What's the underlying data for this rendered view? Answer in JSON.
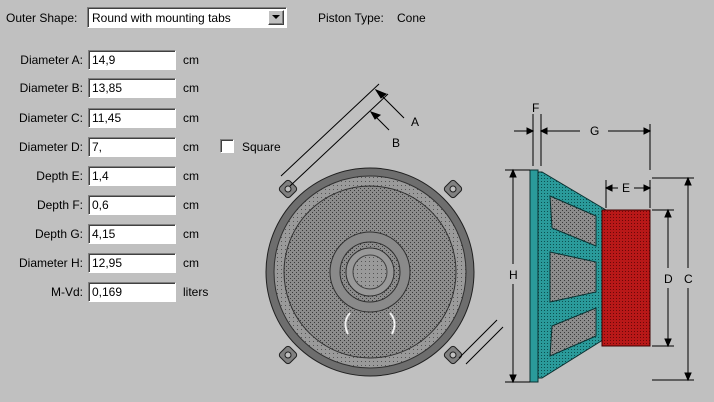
{
  "outer_shape": {
    "label": "Outer Shape:",
    "value": "Round with mounting tabs"
  },
  "piston_type": {
    "label": "Piston Type:",
    "value": "Cone"
  },
  "fields": [
    {
      "label": "Diameter A:",
      "value": "14,9",
      "unit": "cm"
    },
    {
      "label": "Diameter B:",
      "value": "13,85",
      "unit": "cm"
    },
    {
      "label": "Diameter C:",
      "value": "11,45",
      "unit": "cm"
    },
    {
      "label": "Diameter D:",
      "value": "7,",
      "unit": "cm"
    },
    {
      "label": "Depth E:",
      "value": "1,4",
      "unit": "cm"
    },
    {
      "label": "Depth F:",
      "value": "0,6",
      "unit": "cm"
    },
    {
      "label": "Depth G:",
      "value": "4,15",
      "unit": "cm"
    },
    {
      "label": "Diameter H:",
      "value": "12,95",
      "unit": "cm"
    },
    {
      "label": "M-Vd:",
      "value": "0,169",
      "unit": "liters"
    }
  ],
  "square": {
    "label": "Square",
    "checked": false
  },
  "diagram": {
    "labels": {
      "a": "A",
      "b": "B",
      "c": "C",
      "d": "D",
      "e": "E",
      "f": "F",
      "g": "G",
      "h": "H"
    },
    "colors": {
      "basket": "#2a9a9a",
      "magnet": "#b81818",
      "frame": "#6e6e6e",
      "cone": "#8a8a8a",
      "background": "#c0c0c0"
    }
  }
}
